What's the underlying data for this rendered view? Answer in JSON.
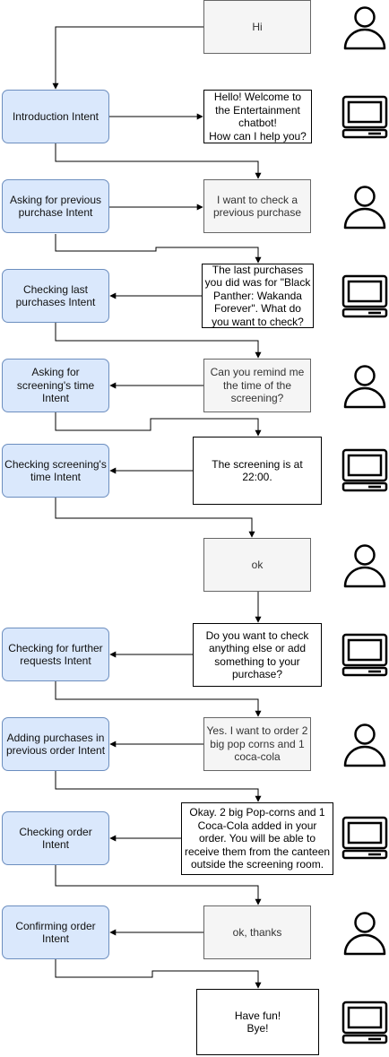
{
  "intents": {
    "introduction": "Introduction Intent",
    "asking_previous_purchase": "Asking for previous purchase Intent",
    "checking_last_purchases": "Checking last purchases Intent",
    "asking_screening_time": "Asking for screening's time Intent",
    "checking_screening_time": "Checking screening's time Intent",
    "checking_further_requests": "Checking for further requests Intent",
    "adding_purchases": "Adding purchases in previous order Intent",
    "checking_order": "Checking order Intent",
    "confirming_order": "Confirming order Intent"
  },
  "messages": {
    "hi": "Hi",
    "welcome": "Hello! Welcome to the Entertainment chatbot!\nHow can I help you?",
    "check_previous": "I want to check a previous purchase",
    "last_purchases": "The last purchases you did was for \"Black Panther: Wakanda Forever\". What do you want to check?",
    "remind_time": "Can you remind me the time of the screening?",
    "screening_at": "The screening is at 22:00.",
    "ok": "ok",
    "anything_else": "Do you want to check anything else or add something to your purchase?",
    "order_popcorn": "Yes. I want to order 2 big pop corns and 1 coca-cola",
    "order_added": "Okay. 2 big Pop-corns and 1 Coca-Cola added in your order. You will be able to receive them from the canteen outside the screening room.",
    "ok_thanks": "ok, thanks",
    "have_fun": "Have fun!\nBye!"
  },
  "icons": [
    "user-icon",
    "computer-icon"
  ],
  "colors": {
    "intent_fill": "#dae8fc",
    "intent_border": "#6c8ebf",
    "user_fill": "#f5f5f5",
    "user_border": "#666666",
    "bot_fill": "#ffffff",
    "bot_border": "#000000"
  }
}
